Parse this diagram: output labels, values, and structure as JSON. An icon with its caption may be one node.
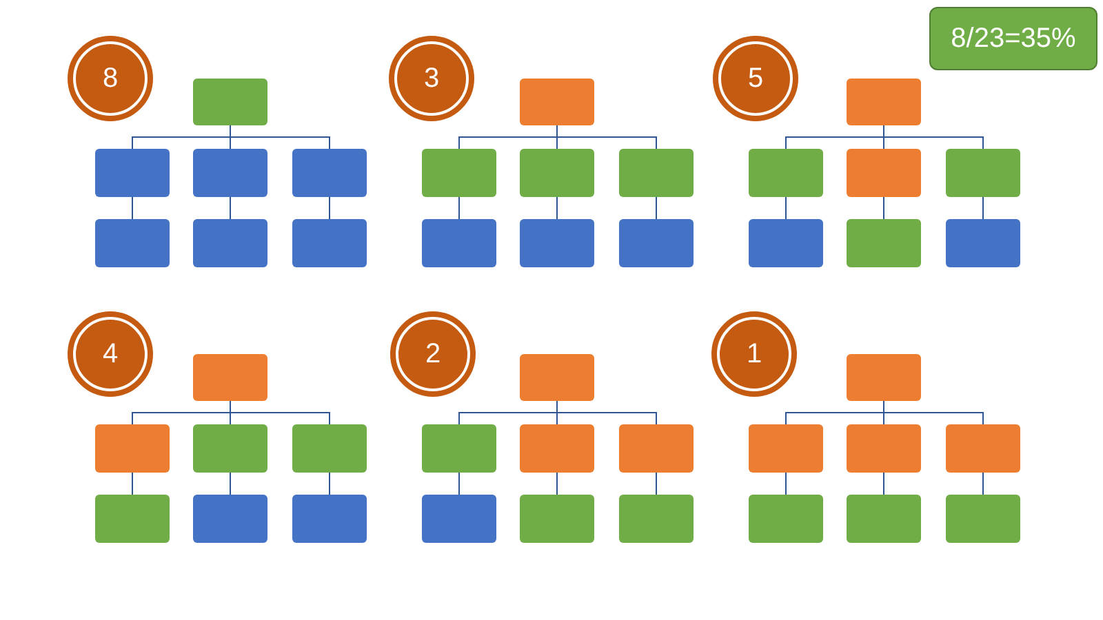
{
  "diagram": {
    "nodes": [
      {
        "text": [
          "8"
        ]
      },
      {
        "text": [],
        "shape": "box"
      },
      {
        "text": [],
        "shape": "box"
      },
      {
        "text": [],
        "shape": "box"
      },
      {
        "text": [],
        "shape": "box"
      },
      {
        "text": [],
        "shape": "box"
      },
      {
        "text": [],
        "shape": "box"
      },
      {
        "text": [],
        "shape": "box"
      },
      {
        "text": [
          "3"
        ]
      },
      {
        "text": [],
        "shape": "box"
      },
      {
        "text": [],
        "shape": "box"
      },
      {
        "text": [],
        "shape": "box"
      },
      {
        "text": [],
        "shape": "box"
      },
      {
        "text": [],
        "shape": "box"
      },
      {
        "text": [],
        "shape": "box"
      },
      {
        "text": [],
        "shape": "box"
      },
      {
        "text": [
          "5"
        ]
      },
      {
        "text": [],
        "shape": "box"
      },
      {
        "text": [],
        "shape": "box"
      },
      {
        "text": [],
        "shape": "box"
      },
      {
        "text": [],
        "shape": "box"
      },
      {
        "text": [],
        "shape": "box"
      },
      {
        "text": [],
        "shape": "box"
      },
      {
        "text": [],
        "shape": "box"
      },
      {
        "text": [
          "4"
        ]
      },
      {
        "text": [],
        "shape": "box"
      },
      {
        "text": [],
        "shape": "box"
      },
      {
        "text": [],
        "shape": "box"
      },
      {
        "text": [],
        "shape": "box"
      },
      {
        "text": [],
        "shape": "box"
      },
      {
        "text": [],
        "shape": "box"
      },
      {
        "text": [],
        "shape": "box"
      },
      {
        "text": [
          "2"
        ]
      },
      {
        "text": [],
        "shape": "box"
      },
      {
        "text": [],
        "shape": "box"
      },
      {
        "text": [],
        "shape": "box"
      },
      {
        "text": [],
        "shape": "box"
      },
      {
        "text": [],
        "shape": "box"
      },
      {
        "text": [],
        "shape": "box"
      },
      {
        "text": [],
        "shape": "box"
      },
      {
        "text": [
          "1"
        ]
      },
      {
        "text": [],
        "shape": "box"
      },
      {
        "text": [],
        "shape": "box"
      },
      {
        "text": [],
        "shape": "box"
      },
      {
        "text": [],
        "shape": "box"
      },
      {
        "text": [],
        "shape": "box"
      },
      {
        "text": [],
        "shape": "box"
      },
      {
        "text": [],
        "shape": "box"
      },
      {
        "text": [
          "8/23=35%"
        ]
      }
    ],
    "edges": [
      {
        "from": 1,
        "to": 2,
        "arrow": "none"
      },
      {
        "from": 1,
        "to": 3,
        "arrow": "none"
      },
      {
        "from": 1,
        "to": 4,
        "arrow": "none"
      },
      {
        "from": 2,
        "to": 5,
        "arrow": "none"
      },
      {
        "from": 3,
        "to": 6,
        "arrow": "none"
      },
      {
        "from": 4,
        "to": 7,
        "arrow": "none"
      },
      {
        "from": 9,
        "to": 10,
        "arrow": "none"
      },
      {
        "from": 9,
        "to": 11,
        "arrow": "none"
      },
      {
        "from": 9,
        "to": 12,
        "arrow": "none"
      },
      {
        "from": 10,
        "to": 13,
        "arrow": "none"
      },
      {
        "from": 11,
        "to": 14,
        "arrow": "none"
      },
      {
        "from": 12,
        "to": 15,
        "arrow": "none"
      },
      {
        "from": 17,
        "to": 18,
        "arrow": "none"
      },
      {
        "from": 17,
        "to": 19,
        "arrow": "none"
      },
      {
        "from": 17,
        "to": 20,
        "arrow": "none"
      },
      {
        "from": 18,
        "to": 21,
        "arrow": "none"
      },
      {
        "from": 19,
        "to": 22,
        "arrow": "none"
      },
      {
        "from": 20,
        "to": 23,
        "arrow": "none"
      },
      {
        "from": 25,
        "to": 26,
        "arrow": "none"
      },
      {
        "from": 25,
        "to": 27,
        "arrow": "none"
      },
      {
        "from": 25,
        "to": 28,
        "arrow": "none"
      },
      {
        "from": 26,
        "to": 29,
        "arrow": "none"
      },
      {
        "from": 27,
        "to": 30,
        "arrow": "none"
      },
      {
        "from": 28,
        "to": 31,
        "arrow": "none"
      },
      {
        "from": 33,
        "to": 34,
        "arrow": "none"
      },
      {
        "from": 33,
        "to": 35,
        "arrow": "none"
      },
      {
        "from": 33,
        "to": 36,
        "arrow": "none"
      },
      {
        "from": 34,
        "to": 37,
        "arrow": "none"
      },
      {
        "from": 35,
        "to": 38,
        "arrow": "none"
      },
      {
        "from": 36,
        "to": 39,
        "arrow": "none"
      },
      {
        "from": 41,
        "to": 42,
        "arrow": "none"
      },
      {
        "from": 41,
        "to": 43,
        "arrow": "none"
      },
      {
        "from": 41,
        "to": 44,
        "arrow": "none"
      },
      {
        "from": 42,
        "to": 45,
        "arrow": "none"
      },
      {
        "from": 43,
        "to": 46,
        "arrow": "none"
      },
      {
        "from": 44,
        "to": 47,
        "arrow": "none"
      }
    ]
  }
}
